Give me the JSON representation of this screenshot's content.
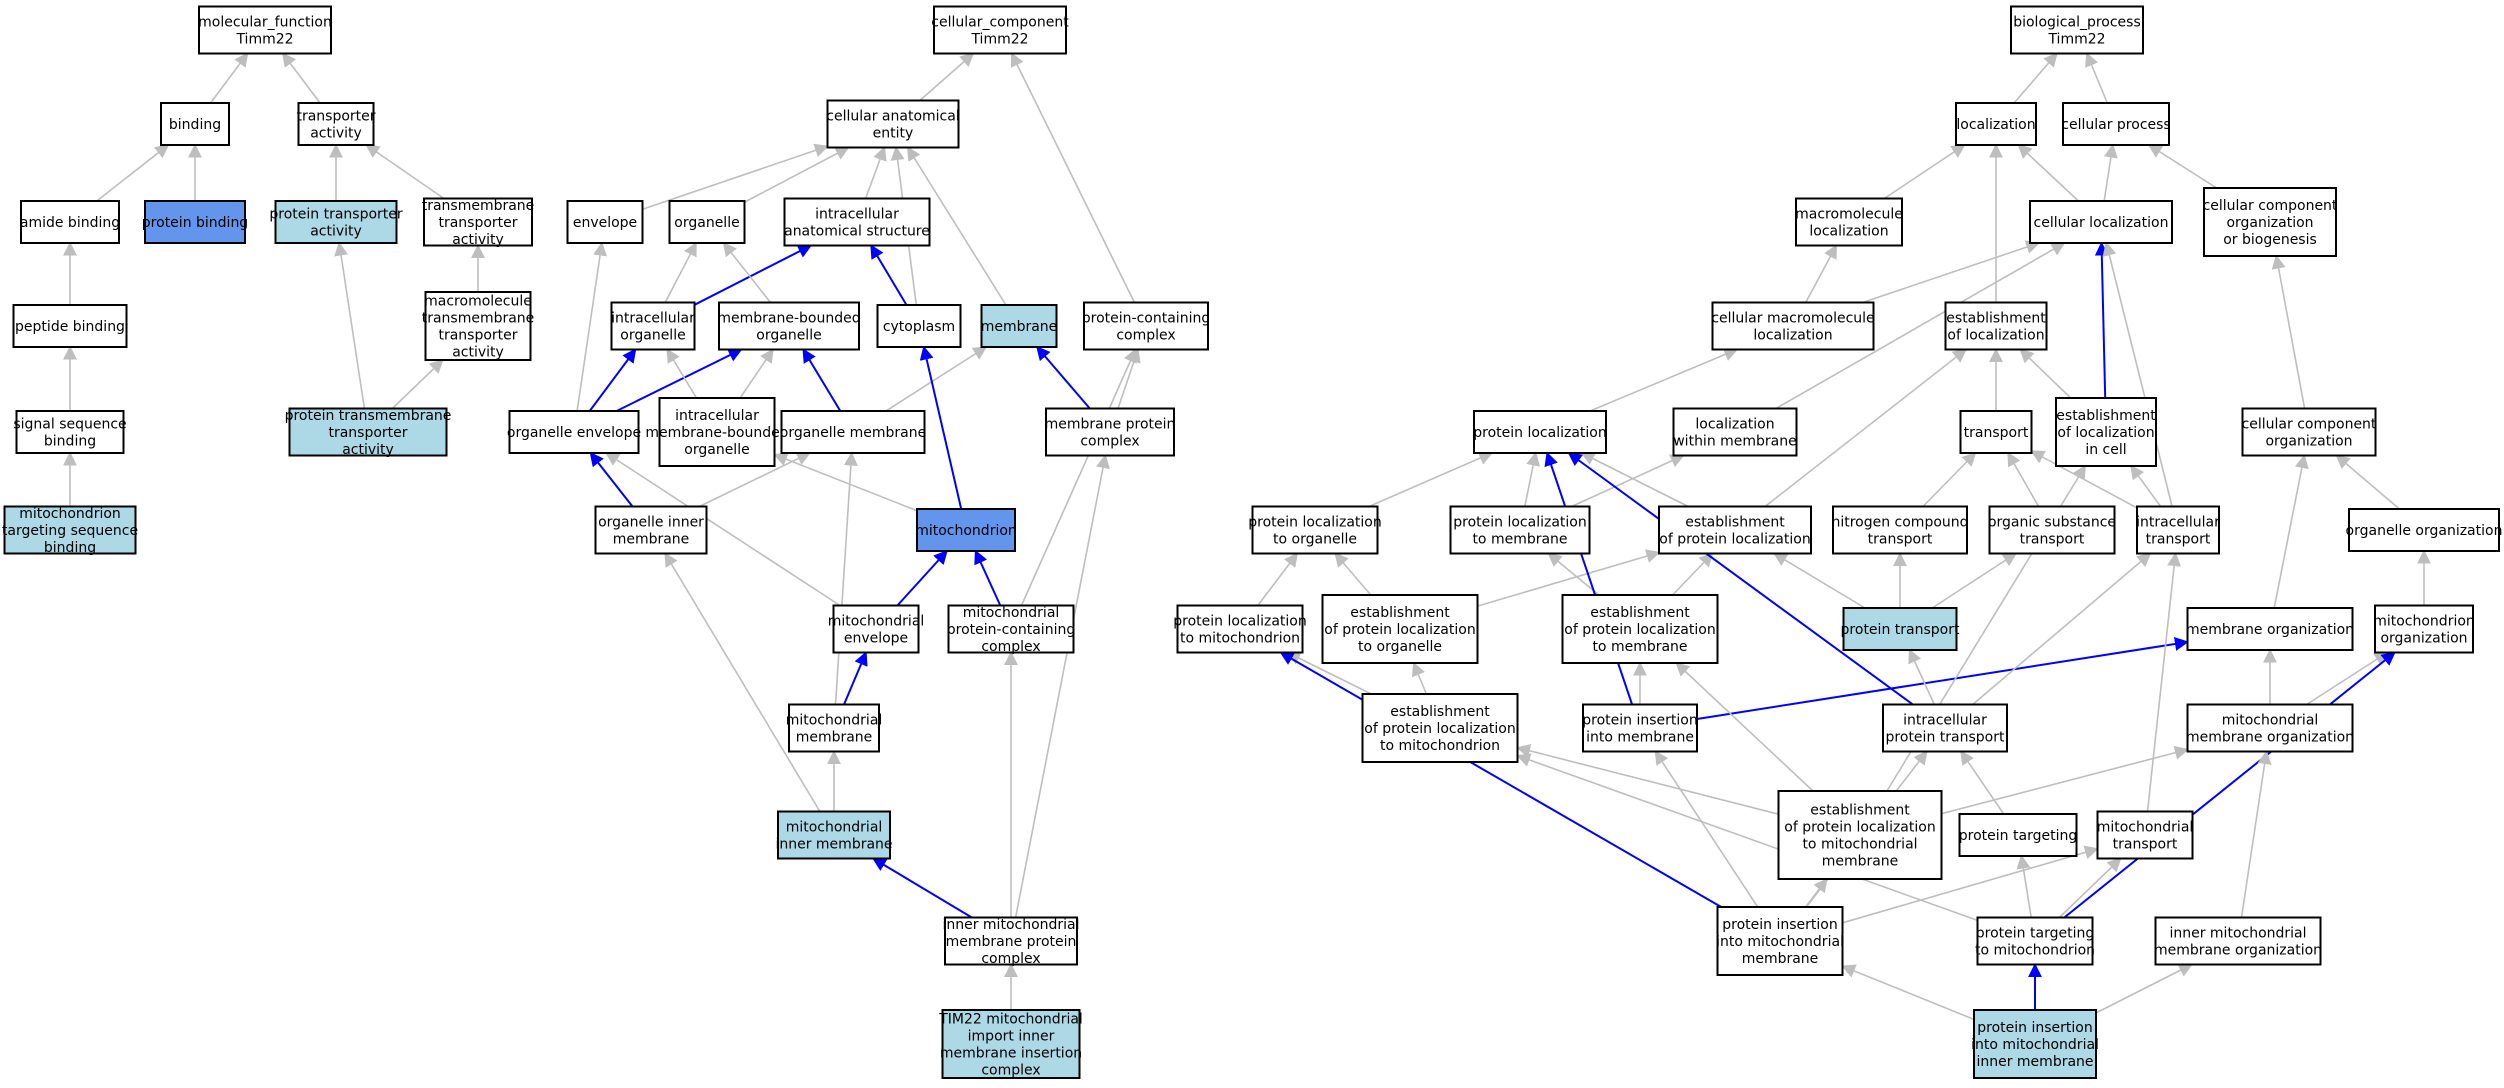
{
  "colors": {
    "default_fill": "#ffffff",
    "light_fill": "#add8e6",
    "dark_fill": "#6495ed",
    "gray_edge": "#bebebe",
    "blue_edge": "#0000ff",
    "border": "#000000"
  },
  "nodes": [
    {
      "id": "mf",
      "lines": [
        "molecular_function",
        "Timm22"
      ],
      "fill": "default"
    },
    {
      "id": "binding",
      "lines": [
        "binding"
      ],
      "fill": "default"
    },
    {
      "id": "transporter",
      "lines": [
        "transporter",
        "activity"
      ],
      "fill": "default"
    },
    {
      "id": "amide",
      "lines": [
        "amide binding"
      ],
      "fill": "default"
    },
    {
      "id": "protbind",
      "lines": [
        "protein binding"
      ],
      "fill": "dark"
    },
    {
      "id": "prottransp",
      "lines": [
        "protein transporter",
        "activity"
      ],
      "fill": "light"
    },
    {
      "id": "tmtransp",
      "lines": [
        "transmembrane",
        "transporter",
        "activity"
      ],
      "fill": "default"
    },
    {
      "id": "peptide",
      "lines": [
        "peptide binding"
      ],
      "fill": "default"
    },
    {
      "id": "macrotm",
      "lines": [
        "macromolecule",
        "transmembrane",
        "transporter",
        "activity"
      ],
      "fill": "default"
    },
    {
      "id": "signal",
      "lines": [
        "signal sequence",
        "binding"
      ],
      "fill": "default"
    },
    {
      "id": "ptmta",
      "lines": [
        "protein transmembrane",
        "transporter",
        "activity"
      ],
      "fill": "light"
    },
    {
      "id": "mtsb",
      "lines": [
        "mitochondrion",
        "targeting sequence",
        "binding"
      ],
      "fill": "light"
    },
    {
      "id": "cc",
      "lines": [
        "cellular_component",
        "Timm22"
      ],
      "fill": "default"
    },
    {
      "id": "cae",
      "lines": [
        "cellular anatomical",
        "entity"
      ],
      "fill": "default"
    },
    {
      "id": "envelope",
      "lines": [
        "envelope"
      ],
      "fill": "default"
    },
    {
      "id": "organelle",
      "lines": [
        "organelle"
      ],
      "fill": "default"
    },
    {
      "id": "ias",
      "lines": [
        "intracellular",
        "anatomical structure"
      ],
      "fill": "default"
    },
    {
      "id": "io",
      "lines": [
        "intracellular",
        "organelle"
      ],
      "fill": "default"
    },
    {
      "id": "mbo",
      "lines": [
        "membrane-bounded",
        "organelle"
      ],
      "fill": "default"
    },
    {
      "id": "cytoplasm",
      "lines": [
        "cytoplasm"
      ],
      "fill": "default"
    },
    {
      "id": "membrane",
      "lines": [
        "membrane"
      ],
      "fill": "light"
    },
    {
      "id": "pcc",
      "lines": [
        "protein-containing",
        "complex"
      ],
      "fill": "default"
    },
    {
      "id": "oenv",
      "lines": [
        "organelle envelope"
      ],
      "fill": "default"
    },
    {
      "id": "imbo",
      "lines": [
        "intracellular",
        "membrane-bounded",
        "organelle"
      ],
      "fill": "default"
    },
    {
      "id": "omem",
      "lines": [
        "organelle membrane"
      ],
      "fill": "default"
    },
    {
      "id": "mpc",
      "lines": [
        "membrane protein",
        "complex"
      ],
      "fill": "default"
    },
    {
      "id": "oim",
      "lines": [
        "organelle inner",
        "membrane"
      ],
      "fill": "default"
    },
    {
      "id": "mito",
      "lines": [
        "mitochondrion"
      ],
      "fill": "dark"
    },
    {
      "id": "menv",
      "lines": [
        "mitochondrial",
        "envelope"
      ],
      "fill": "default"
    },
    {
      "id": "mpcc",
      "lines": [
        "mitochondrial",
        "protein-containing",
        "complex"
      ],
      "fill": "default"
    },
    {
      "id": "mmem",
      "lines": [
        "mitochondrial",
        "membrane"
      ],
      "fill": "default"
    },
    {
      "id": "mim",
      "lines": [
        "mitochondrial",
        "inner membrane"
      ],
      "fill": "light"
    },
    {
      "id": "immpc",
      "lines": [
        "inner mitochondrial",
        "membrane protein",
        "complex"
      ],
      "fill": "default"
    },
    {
      "id": "tim22",
      "lines": [
        "TIM22 mitochondrial",
        "import inner",
        "membrane insertion",
        "complex"
      ],
      "fill": "light"
    },
    {
      "id": "bp",
      "lines": [
        "biological_process",
        "Timm22"
      ],
      "fill": "default"
    },
    {
      "id": "loc",
      "lines": [
        "localization"
      ],
      "fill": "default"
    },
    {
      "id": "cproc",
      "lines": [
        "cellular process"
      ],
      "fill": "default"
    },
    {
      "id": "macloc",
      "lines": [
        "macromolecule",
        "localization"
      ],
      "fill": "default"
    },
    {
      "id": "cloc",
      "lines": [
        "cellular localization"
      ],
      "fill": "default"
    },
    {
      "id": "ccob",
      "lines": [
        "cellular component",
        "organization",
        "or biogenesis"
      ],
      "fill": "default"
    },
    {
      "id": "cmloc",
      "lines": [
        "cellular macromolecule",
        "localization"
      ],
      "fill": "default"
    },
    {
      "id": "eoloc",
      "lines": [
        "establishment",
        "of localization"
      ],
      "fill": "default"
    },
    {
      "id": "ploc",
      "lines": [
        "protein localization"
      ],
      "fill": "default"
    },
    {
      "id": "lwm",
      "lines": [
        "localization",
        "within membrane"
      ],
      "fill": "default"
    },
    {
      "id": "transport",
      "lines": [
        "transport"
      ],
      "fill": "default"
    },
    {
      "id": "elic",
      "lines": [
        "establishment",
        "of localization",
        "in cell"
      ],
      "fill": "default"
    },
    {
      "id": "cco",
      "lines": [
        "cellular component",
        "organization"
      ],
      "fill": "default"
    },
    {
      "id": "plo",
      "lines": [
        "protein localization",
        "to organelle"
      ],
      "fill": "default"
    },
    {
      "id": "pltm",
      "lines": [
        "protein localization",
        "to membrane"
      ],
      "fill": "default"
    },
    {
      "id": "epl",
      "lines": [
        "establishment",
        "of protein localization"
      ],
      "fill": "default"
    },
    {
      "id": "nct",
      "lines": [
        "nitrogen compound",
        "transport"
      ],
      "fill": "default"
    },
    {
      "id": "ost",
      "lines": [
        "organic substance",
        "transport"
      ],
      "fill": "default"
    },
    {
      "id": "it",
      "lines": [
        "intracellular",
        "transport"
      ],
      "fill": "default"
    },
    {
      "id": "oo",
      "lines": [
        "organelle organization"
      ],
      "fill": "default"
    },
    {
      "id": "pltmito",
      "lines": [
        "protein localization",
        "to mitochondrion"
      ],
      "fill": "default"
    },
    {
      "id": "eplo",
      "lines": [
        "establishment",
        "of protein localization",
        "to organelle"
      ],
      "fill": "default"
    },
    {
      "id": "epltm",
      "lines": [
        "establishment",
        "of protein localization",
        "to membrane"
      ],
      "fill": "default"
    },
    {
      "id": "ptrans",
      "lines": [
        "protein transport"
      ],
      "fill": "light"
    },
    {
      "id": "morg",
      "lines": [
        "membrane organization"
      ],
      "fill": "default"
    },
    {
      "id": "mitoorg",
      "lines": [
        "mitochondrion",
        "organization"
      ],
      "fill": "default"
    },
    {
      "id": "eplmito",
      "lines": [
        "establishment",
        "of protein localization",
        "to mitochondrion"
      ],
      "fill": "default"
    },
    {
      "id": "pim",
      "lines": [
        "protein insertion",
        "into membrane"
      ],
      "fill": "default"
    },
    {
      "id": "ipt",
      "lines": [
        "intracellular",
        "protein transport"
      ],
      "fill": "default"
    },
    {
      "id": "mmo",
      "lines": [
        "mitochondrial",
        "membrane organization"
      ],
      "fill": "default"
    },
    {
      "id": "eplmm",
      "lines": [
        "establishment",
        "of protein localization",
        "to mitochondrial",
        "membrane"
      ],
      "fill": "default"
    },
    {
      "id": "ptarg",
      "lines": [
        "protein targeting"
      ],
      "fill": "default"
    },
    {
      "id": "mtrans",
      "lines": [
        "mitochondrial",
        "transport"
      ],
      "fill": "default"
    },
    {
      "id": "pimm",
      "lines": [
        "protein insertion",
        "into mitochondrial",
        "membrane"
      ],
      "fill": "default"
    },
    {
      "id": "ptm",
      "lines": [
        "protein targeting",
        "to mitochondrion"
      ],
      "fill": "default"
    },
    {
      "id": "immo",
      "lines": [
        "inner mitochondrial",
        "membrane organization"
      ],
      "fill": "default"
    },
    {
      "id": "pimim",
      "lines": [
        "protein insertion",
        "into mitochondrial",
        "inner membrane"
      ],
      "fill": "light"
    }
  ],
  "edges": [
    {
      "from": "binding",
      "to": "mf",
      "color": "gray"
    },
    {
      "from": "transporter",
      "to": "mf",
      "color": "gray"
    },
    {
      "from": "amide",
      "to": "binding",
      "color": "gray"
    },
    {
      "from": "protbind",
      "to": "binding",
      "color": "gray"
    },
    {
      "from": "prottransp",
      "to": "transporter",
      "color": "gray"
    },
    {
      "from": "tmtransp",
      "to": "transporter",
      "color": "gray"
    },
    {
      "from": "peptide",
      "to": "amide",
      "color": "gray"
    },
    {
      "from": "macrotm",
      "to": "tmtransp",
      "color": "gray"
    },
    {
      "from": "signal",
      "to": "peptide",
      "color": "gray"
    },
    {
      "from": "ptmta",
      "to": "prottransp",
      "color": "gray"
    },
    {
      "from": "ptmta",
      "to": "macrotm",
      "color": "gray"
    },
    {
      "from": "mtsb",
      "to": "signal",
      "color": "gray"
    },
    {
      "from": "cae",
      "to": "cc",
      "color": "gray"
    },
    {
      "from": "pcc",
      "to": "cc",
      "color": "gray"
    },
    {
      "from": "envelope",
      "to": "cae",
      "color": "gray"
    },
    {
      "from": "organelle",
      "to": "cae",
      "color": "gray"
    },
    {
      "from": "ias",
      "to": "cae",
      "color": "gray"
    },
    {
      "from": "cytoplasm",
      "to": "cae",
      "color": "gray"
    },
    {
      "from": "membrane",
      "to": "cae",
      "color": "gray"
    },
    {
      "from": "io",
      "to": "organelle",
      "color": "gray"
    },
    {
      "from": "io",
      "to": "ias",
      "color": "blue"
    },
    {
      "from": "mbo",
      "to": "organelle",
      "color": "gray"
    },
    {
      "from": "cytoplasm",
      "to": "ias",
      "color": "blue"
    },
    {
      "from": "oenv",
      "to": "envelope",
      "color": "gray"
    },
    {
      "from": "oenv",
      "to": "io",
      "color": "blue"
    },
    {
      "from": "oenv",
      "to": "mbo",
      "color": "blue"
    },
    {
      "from": "imbo",
      "to": "io",
      "color": "gray"
    },
    {
      "from": "imbo",
      "to": "mbo",
      "color": "gray"
    },
    {
      "from": "omem",
      "to": "mbo",
      "color": "blue"
    },
    {
      "from": "omem",
      "to": "membrane",
      "color": "gray"
    },
    {
      "from": "mpc",
      "to": "membrane",
      "color": "blue"
    },
    {
      "from": "mpc",
      "to": "pcc",
      "color": "gray"
    },
    {
      "from": "oim",
      "to": "oenv",
      "color": "blue"
    },
    {
      "from": "oim",
      "to": "omem",
      "color": "gray"
    },
    {
      "from": "mito",
      "to": "cytoplasm",
      "color": "blue"
    },
    {
      "from": "mito",
      "to": "imbo",
      "color": "gray"
    },
    {
      "from": "menv",
      "to": "mito",
      "color": "blue"
    },
    {
      "from": "menv",
      "to": "oenv",
      "color": "gray"
    },
    {
      "from": "mpcc",
      "to": "mito",
      "color": "blue"
    },
    {
      "from": "mpcc",
      "to": "pcc",
      "color": "gray"
    },
    {
      "from": "mmem",
      "to": "menv",
      "color": "blue"
    },
    {
      "from": "mmem",
      "to": "omem",
      "color": "gray"
    },
    {
      "from": "mim",
      "to": "mmem",
      "color": "gray"
    },
    {
      "from": "mim",
      "to": "oim",
      "color": "gray"
    },
    {
      "from": "immpc",
      "to": "mim",
      "color": "blue"
    },
    {
      "from": "immpc",
      "to": "mpcc",
      "color": "gray"
    },
    {
      "from": "immpc",
      "to": "mpc",
      "color": "gray"
    },
    {
      "from": "tim22",
      "to": "immpc",
      "color": "gray"
    },
    {
      "from": "loc",
      "to": "bp",
      "color": "gray"
    },
    {
      "from": "cproc",
      "to": "bp",
      "color": "gray"
    },
    {
      "from": "macloc",
      "to": "loc",
      "color": "gray"
    },
    {
      "from": "cloc",
      "to": "loc",
      "color": "gray"
    },
    {
      "from": "cloc",
      "to": "cproc",
      "color": "gray"
    },
    {
      "from": "ccob",
      "to": "cproc",
      "color": "gray"
    },
    {
      "from": "cmloc",
      "to": "macloc",
      "color": "gray"
    },
    {
      "from": "cmloc",
      "to": "cloc",
      "color": "gray"
    },
    {
      "from": "eoloc",
      "to": "loc",
      "color": "gray"
    },
    {
      "from": "ploc",
      "to": "cmloc",
      "color": "gray"
    },
    {
      "from": "lwm",
      "to": "cloc",
      "color": "gray"
    },
    {
      "from": "transport",
      "to": "eoloc",
      "color": "gray"
    },
    {
      "from": "elic",
      "to": "eoloc",
      "color": "gray"
    },
    {
      "from": "elic",
      "to": "cloc",
      "color": "blue"
    },
    {
      "from": "cco",
      "to": "ccob",
      "color": "gray"
    },
    {
      "from": "plo",
      "to": "ploc",
      "color": "gray"
    },
    {
      "from": "pltm",
      "to": "ploc",
      "color": "gray"
    },
    {
      "from": "pltm",
      "to": "lwm",
      "color": "gray"
    },
    {
      "from": "epl",
      "to": "ploc",
      "color": "gray"
    },
    {
      "from": "epl",
      "to": "eoloc",
      "color": "gray"
    },
    {
      "from": "nct",
      "to": "transport",
      "color": "gray"
    },
    {
      "from": "ost",
      "to": "transport",
      "color": "gray"
    },
    {
      "from": "it",
      "to": "transport",
      "color": "gray"
    },
    {
      "from": "it",
      "to": "elic",
      "color": "gray"
    },
    {
      "from": "it",
      "to": "cloc",
      "color": "gray"
    },
    {
      "from": "oo",
      "to": "cco",
      "color": "gray"
    },
    {
      "from": "pltmito",
      "to": "plo",
      "color": "gray"
    },
    {
      "from": "eplo",
      "to": "plo",
      "color": "gray"
    },
    {
      "from": "eplo",
      "to": "epl",
      "color": "gray"
    },
    {
      "from": "epltm",
      "to": "pltm",
      "color": "gray"
    },
    {
      "from": "epltm",
      "to": "epl",
      "color": "gray"
    },
    {
      "from": "ptrans",
      "to": "epl",
      "color": "gray"
    },
    {
      "from": "ptrans",
      "to": "nct",
      "color": "gray"
    },
    {
      "from": "ptrans",
      "to": "ost",
      "color": "gray"
    },
    {
      "from": "morg",
      "to": "cco",
      "color": "gray"
    },
    {
      "from": "mitoorg",
      "to": "oo",
      "color": "gray"
    },
    {
      "from": "eplmito",
      "to": "pltmito",
      "color": "gray"
    },
    {
      "from": "eplmito",
      "to": "eplo",
      "color": "gray"
    },
    {
      "from": "pim",
      "to": "ploc",
      "color": "blue"
    },
    {
      "from": "pim",
      "to": "morg",
      "color": "blue"
    },
    {
      "from": "pim",
      "to": "epltm",
      "color": "gray"
    },
    {
      "from": "ipt",
      "to": "ploc",
      "color": "blue"
    },
    {
      "from": "ipt",
      "to": "ptrans",
      "color": "gray"
    },
    {
      "from": "ipt",
      "to": "it",
      "color": "gray"
    },
    {
      "from": "mmo",
      "to": "morg",
      "color": "gray"
    },
    {
      "from": "mmo",
      "to": "mitoorg",
      "color": "gray"
    },
    {
      "from": "eplmm",
      "to": "eplmito",
      "color": "gray"
    },
    {
      "from": "eplmm",
      "to": "epltm",
      "color": "gray"
    },
    {
      "from": "eplmm",
      "to": "mmo",
      "color": "gray"
    },
    {
      "from": "eplmm",
      "to": "elic",
      "color": "gray"
    },
    {
      "from": "ptarg",
      "to": "ipt",
      "color": "gray"
    },
    {
      "from": "mtrans",
      "to": "it",
      "color": "gray"
    },
    {
      "from": "pimm",
      "to": "pltmito",
      "color": "blue"
    },
    {
      "from": "pimm",
      "to": "pim",
      "color": "gray"
    },
    {
      "from": "pimm",
      "to": "eplmm",
      "color": "gray"
    },
    {
      "from": "pimm",
      "to": "ipt",
      "color": "gray"
    },
    {
      "from": "pimm",
      "to": "mtrans",
      "color": "gray"
    },
    {
      "from": "ptm",
      "to": "ptarg",
      "color": "gray"
    },
    {
      "from": "ptm",
      "to": "mtrans",
      "color": "gray"
    },
    {
      "from": "ptm",
      "to": "eplmito",
      "color": "gray"
    },
    {
      "from": "ptm",
      "to": "mitoorg",
      "color": "blue"
    },
    {
      "from": "immo",
      "to": "mmo",
      "color": "gray"
    },
    {
      "from": "pimim",
      "to": "ptm",
      "color": "blue"
    },
    {
      "from": "pimim",
      "to": "pimm",
      "color": "gray"
    },
    {
      "from": "pimim",
      "to": "immo",
      "color": "gray"
    }
  ]
}
